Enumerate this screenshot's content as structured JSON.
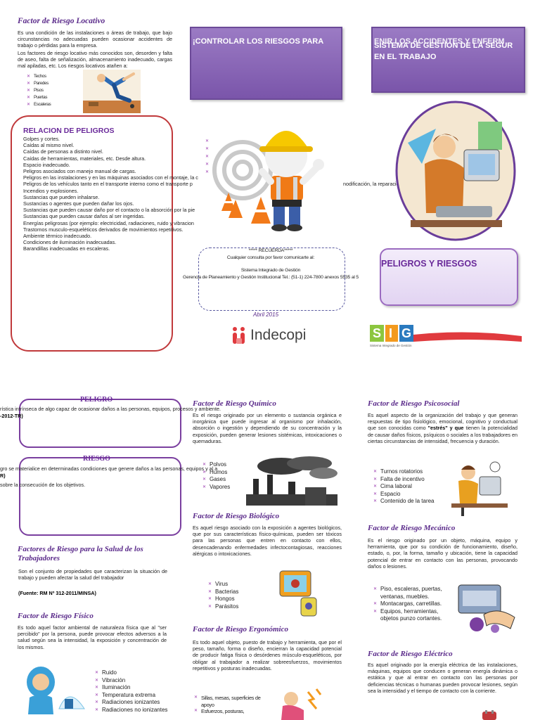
{
  "locativo": {
    "title": "Factor de Riesgo Locativo",
    "body": "Es una condición de las instalaciones o áreas de trabajo, que bajo circunstancias no adecuadas pueden ocasionar accidentes de trabajo o pérdidas para la empresa.",
    "body2": "Los factores de riesgo locativo más conocidos son, desorden y falta de aseo, falta de señalización, almacenamiento inadecuado, cargas mal apiladas, etc. Los riesgos locativos atañen a:",
    "items": [
      "Techos",
      "Paredes",
      "Pisos",
      "Puertas",
      "Escaleras"
    ]
  },
  "relacion": {
    "title": "RELACION DE PELIGROS",
    "items": [
      "Golpes y cortes.",
      "Caídas al mismo nivel.",
      "Caídas de personas a distinto nivel.",
      "Caídas de herramientas, materiales, etc. Desde altura.",
      "Espacio inadecuado.",
      "Peligros asociados con manejo manual de cargas.",
      "Peligros en las instalaciones y en las máquinas asociados con el montaje, la c",
      "Peligros de los vehículos tanto en el transporte interno como el transporte p",
      "Incendios y explosiones.",
      "Sustancias que pueden inhalarse.",
      "Sustancias o agentes que pueden dañar los ojos.",
      "Sustancias que pueden causar daño por el contacto o la absorción por la pie",
      "Sustancias que pueden causar daños al ser ingeridas.",
      "Energías peligrosas (por ejemplo: electricidad, radiaciones, ruido y vibracion",
      "Trastornos musculo-esqueléticos derivados de movimientos repetitivos.",
      "Ambiente térmico inadecuado.",
      "Condiciones de iluminación inadecuadas.",
      "Barandillas inadecuadas en escaleras."
    ],
    "overflow_text": "nodificación, la reparació"
  },
  "banner1": "¡CONTROLAR LOS RIESGOS PARA",
  "banner1_hidden": "ENIR LOS ACCIDENTES Y ENFERM",
  "banner2": {
    "line1": "SISTEMA DE GESTION DE LA SEGUR",
    "line2": "EN EL TRABAJO"
  },
  "recuerda": {
    "title": "***** RECUERDA*****",
    "line1": "Cualquier consulta por favor comunicarte al:",
    "line2": "Sistema Integrado de Gestión",
    "line3": "Gerencia de Planeamiento y Gestión Institucional Tel.: (51-1) 224-7800 anexos 5535 al 5"
  },
  "date": "Abril 2015",
  "peligros_riesgos": "PELIGROS Y RIESGOS",
  "indecopi": "Indecopi",
  "sig": {
    "letters": [
      "S",
      "I",
      "G"
    ],
    "caption": "Sistema Integrado de Gestión"
  },
  "peligro": {
    "title": "PELIGRO",
    "line1": "rística intrínseca de algo capaz de ocasionar daños a las personas, equipos, procesos y ambiente.",
    "line2": "-2012-TR)"
  },
  "riesgo": {
    "title": "RIESGO",
    "line1": "gro se materialice en determinadas condiciones que genere daños a las personas, equipos y al a",
    "line2": "R)",
    "line3": "sobre la consecución de los objetivos."
  },
  "salud": {
    "title": "Factores de Riesgo para la Salud de los Trabajadores",
    "body": "Son el conjunto de propiedades que caracterizan la situación de trabajo y pueden afectar la salud del trabajador",
    "source": "(Fuente: RM Nº 312-2011/MINSA)"
  },
  "fisico": {
    "title": "Factor de Riesgo Físico",
    "body": "Es todo aquel factor ambiental de naturaleza física que al \"ser percibido\" por la persona, puede provocar efectos adversos a la salud según sea la intensidad, la exposición y concentración de los mismos.",
    "items": [
      "Ruido",
      "Vibración",
      "Iluminación",
      "Temperatura extrema",
      "Radiaciones ionizantes",
      "Radiaciones no ionizantes"
    ]
  },
  "quimico": {
    "title": "Factor de Riesgo Químico",
    "body": "Es el riesgo originado por un elemento o sustancia orgánica e inorgánica que puede ingresar al organismo por inhalación, absorción o ingestión y dependiendo de su concentración y la exposición, pueden generar lesiones sistémicas, intoxicaciones o quemaduras.",
    "items": [
      "Polvos",
      "Humos",
      "Gases",
      "Vapores"
    ]
  },
  "biologico": {
    "title": "Factor de Riesgo Biológico",
    "body": "Es aquel riesgo asociado con la exposición a agentes biológicos, que por sus características físico-químicas, pueden ser tóxicos para las personas que entren en contacto con ellos, desencadenando enfermedades infectocontagiosas, reacciones alérgicas o intoxicaciones.",
    "items": [
      "Virus",
      "Bacterias",
      "Hongos",
      "Parásitos"
    ]
  },
  "ergonomico": {
    "title": "Factor de Riesgo Ergonómico",
    "body": "Es todo aquel objeto, puesto de trabajo y herramienta, que por el peso, tamaño, forma o diseño, encierran la capacidad potencial de producir fatiga física o desórdenes músculo-esqueléticos, por obligar al trabajador a realizar sobreesfuerzos, movimientos repetitivos y posturas inadecuadas.",
    "items": [
      "Sillas, mesas, superficies de apoyo",
      "Esfuerzos, posturas,"
    ]
  },
  "psicosocial": {
    "title": "Factor de Riesgo Psicosocial",
    "body_a": "Es aquel aspecto de la organización del trabajo y que generan respuestas de tipo fisiológico, emocional, cognitivo y conductual que son conocidas como",
    "body_b": "\"estrés\" y que",
    "body_c": "tienen la potencialidad de causar daños físicos, psíquicos o sociales a los trabajadores en ciertas circunstancias de intensidad, frecuencia y duración.",
    "items": [
      "Turnos rotatorios",
      "Falta de incentivo",
      "Cima laboral",
      "Espacio",
      "Contenido de la tarea"
    ]
  },
  "mecanico": {
    "title": "Factor de Riesgo Mecánico",
    "body": "Es el riesgo originado por un objeto, máquina, equipo y herramienta, que por su condición de funcionamiento, diseño, estado, o, por, la forma, tamaño y ubicación, tiene la capacidad potencial de entrar en contacto con las personas, provocando daños o lesiones.",
    "items": [
      "Piso, escaleras, puertas, ventanas, muebles.",
      "Montacargas, carretillas.",
      "Equipos, herramientas, objetos punzo cortantes."
    ]
  },
  "electrico": {
    "title": "Factor de Riesgo Eléctrico",
    "body": "Es aquel originado por la energía eléctrica de las instalaciones, máquinas, equipos que conducen o generan energía dinámica o estática y que al entrar en contacto con las personas por deficiencias técnicas o humanas pueden provocar lesiones, según sea la intensidad y el tiempo de contacto con la corriente."
  },
  "colors": {
    "heading_purple": "#5a2a8a",
    "banner_purple": "#8a66b8",
    "box_red": "#c0393b",
    "indecopi_red": "#e03a3e",
    "sig_green": "#8cc63f",
    "sig_orange": "#f39a1e",
    "sig_blue": "#2a7abf"
  }
}
